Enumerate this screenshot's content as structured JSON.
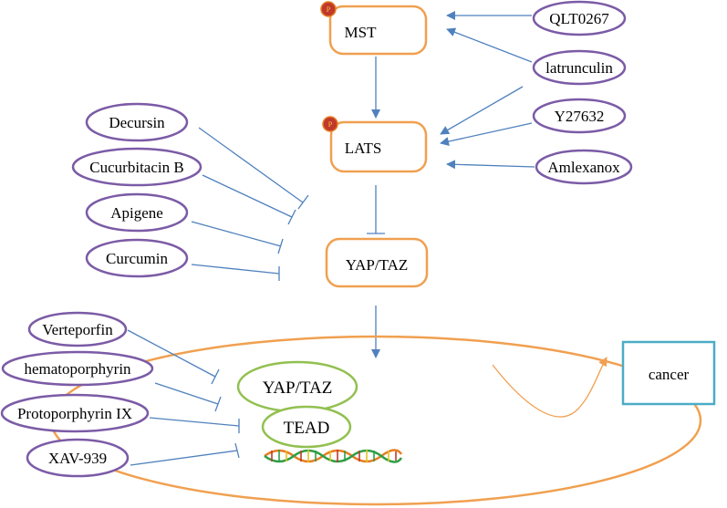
{
  "nodes": {
    "mst": "MST",
    "lats": "LATS",
    "yap_taz": "YAP/TAZ",
    "nuclear_yap_taz": "YAP/TAZ",
    "tead": "TEAD",
    "cancer": "cancer"
  },
  "phospho_badge": "P",
  "activators": {
    "qlt0267": "QLT0267",
    "latrunculin": "latrunculin",
    "y27632": "Y27632",
    "amlexanox": "Amlexanox"
  },
  "yap_inhibitors": {
    "decursin": "Decursin",
    "cucurbitacin_b": "Cucurbitacin B",
    "apigene": "Apigene",
    "curcumin": "Curcumin"
  },
  "tead_inhibitors": {
    "verteporfin": "Verteporfin",
    "hematoporphyrin": "hematoporphyrin",
    "protoporphyrin_ix": "Protoporphyrin IX",
    "xav939": "XAV-939"
  },
  "colors": {
    "node_border": "#F0A050",
    "drug_border": "#7B5BA6",
    "arrow": "#4F81BD",
    "nuclear_oval": "#F0A050",
    "tead_oval": "#92C050",
    "cancer_border": "#4BACC6",
    "phospho_badge": "#C0392B"
  }
}
